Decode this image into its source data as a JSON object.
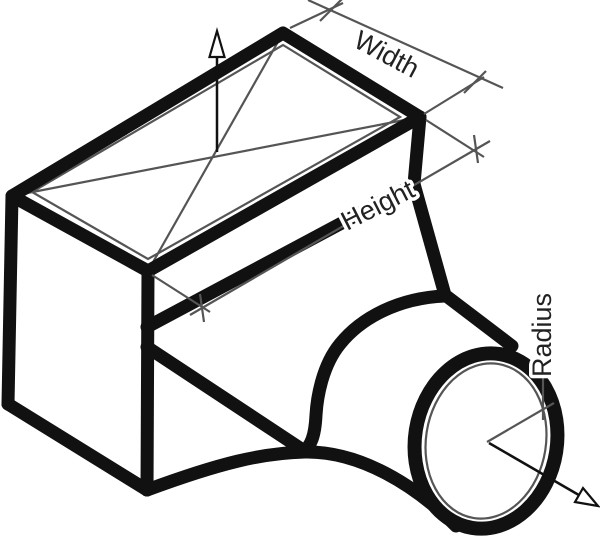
{
  "labels": {
    "width": "Width",
    "height": "Height",
    "radius": "Radius"
  },
  "colors": {
    "line": "#111111",
    "thin": "#555555",
    "text": "#222222",
    "halo": "#ffffff",
    "background": "#ffffff"
  }
}
